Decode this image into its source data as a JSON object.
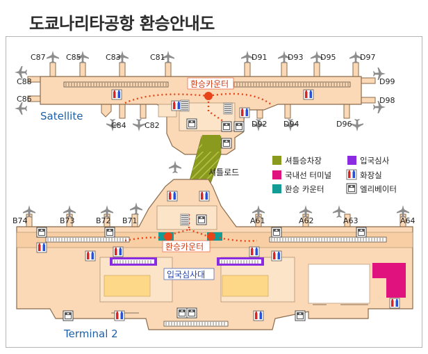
{
  "title": "도쿄나리타공항 환승안내도",
  "areas": {
    "satellite": "Satellite",
    "terminal": "Terminal 2",
    "shuttle_road": "셔틀로드",
    "transfer_counter_top": "환승카운터",
    "transfer_counter_bottom": "환승카운터",
    "immigration_desk": "입국심사대"
  },
  "gates_satellite": [
    "C87",
    "C85",
    "C83",
    "C81",
    "D91",
    "D93",
    "D95",
    "D97",
    "C88",
    "C86",
    "D99",
    "D98",
    "C84",
    "C82",
    "D92",
    "D94",
    "D96"
  ],
  "gates_terminal": [
    "B74",
    "B73",
    "B72",
    "B71",
    "A61",
    "A62",
    "A63",
    "A64"
  ],
  "legend": [
    {
      "label": "셔틀승차장",
      "swatch": "#8a9a1e"
    },
    {
      "label": "입국심사",
      "swatch": "#8a2be2"
    },
    {
      "label": "국내선 터미널",
      "swatch": "#e0137e"
    },
    {
      "label": "화장실",
      "icon": "restroom-icon"
    },
    {
      "label": "환승 카운터",
      "swatch": "#139b96"
    },
    {
      "label": "엘리베이터",
      "icon": "elevator-icon"
    }
  ],
  "colors": {
    "building": "#fbd9b6",
    "building_edge": "#8a6a4a",
    "shuttle": "#8a9a1e",
    "immigration": "#8a2be2",
    "domestic": "#e0137e",
    "transfer": "#139b96",
    "route": "#e8441a",
    "area_blue": "#1d5fa8"
  }
}
